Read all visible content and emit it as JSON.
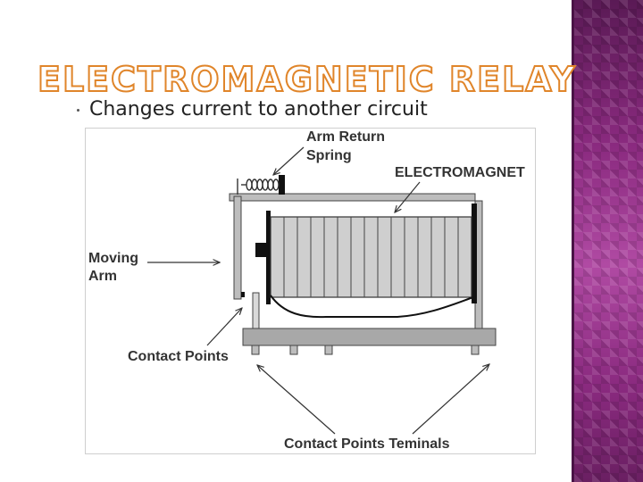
{
  "slide": {
    "title": "ELECTROMAGNETIC RELAY",
    "bullet": "Changes current to another circuit"
  },
  "diagram": {
    "labels": {
      "arm_return_spring_line1": "Arm Return",
      "arm_return_spring_line2": "Spring",
      "electromagnet": "ELECTROMAGNET",
      "moving_arm_line1": "Moving",
      "moving_arm_line2": "Arm",
      "contact_points": "Contact Points",
      "contact_points_terminals": "Contact Points Teminals"
    }
  },
  "colors": {
    "title_outline": "#e0852a",
    "strip_purple": "#8a2a7f",
    "coil_fill": "#cfcfcf",
    "base_fill": "#a8a8a8"
  }
}
